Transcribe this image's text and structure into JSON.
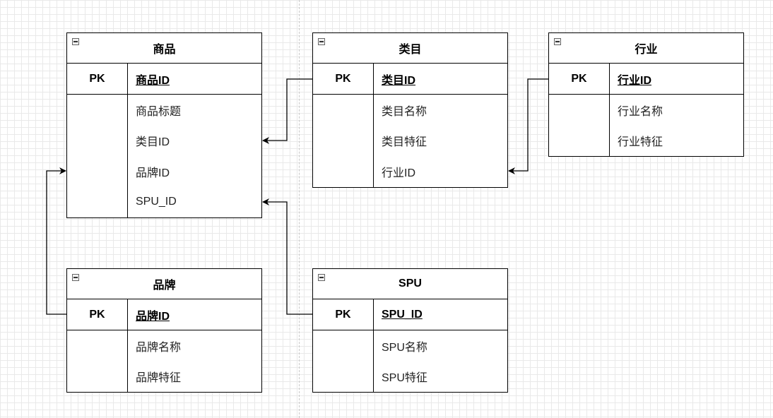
{
  "tables": {
    "product": {
      "title": "商品",
      "pk_label": "PK",
      "pk_field": "商品ID",
      "fields": [
        "商品标题",
        "类目ID",
        "品牌ID",
        "SPU_ID"
      ]
    },
    "category": {
      "title": "类目",
      "pk_label": "PK",
      "pk_field": "类目ID",
      "fields": [
        "类目名称",
        "类目特征",
        "行业ID"
      ]
    },
    "industry": {
      "title": "行业",
      "pk_label": "PK",
      "pk_field": "行业ID",
      "fields": [
        "行业名称",
        "行业特征"
      ]
    },
    "brand": {
      "title": "品牌",
      "pk_label": "PK",
      "pk_field": "品牌ID",
      "fields": [
        "品牌名称",
        "品牌特征"
      ]
    },
    "spu": {
      "title": "SPU",
      "pk_label": "PK",
      "pk_field": "SPU_ID",
      "fields": [
        "SPU名称",
        "SPU特征"
      ]
    }
  },
  "relations": [
    {
      "from": "category.pk",
      "to": "product.类目ID"
    },
    {
      "from": "industry.pk",
      "to": "category.行业ID"
    },
    {
      "from": "brand.pk",
      "to": "product.品牌ID"
    },
    {
      "from": "spu.pk",
      "to": "product.SPU_ID"
    }
  ],
  "colors": {
    "line": "#000000",
    "grid": "#e9e9e9",
    "background": "#ffffff"
  }
}
